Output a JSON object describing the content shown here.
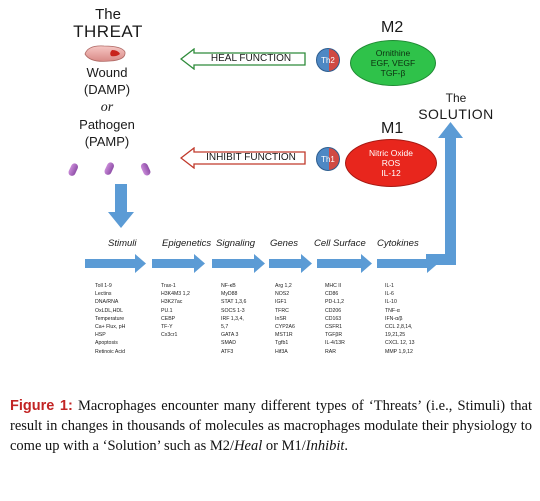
{
  "threat": {
    "the": "The",
    "title": "THREAT"
  },
  "wound": {
    "line1": "Wound",
    "line2": "(DAMP)",
    "or": "or",
    "line3": "Pathogen",
    "line4": "(PAMP)"
  },
  "solution": {
    "the": "The",
    "title": "SOLUTION"
  },
  "heal_arrow_label": "HEAL FUNCTION",
  "inhibit_arrow_label": "INHIBIT FUNCTION",
  "m2": {
    "label": "M2",
    "th": "Th2",
    "lines": [
      "Ornithine",
      "EGF, VEGF",
      "TGF-β"
    ]
  },
  "m1": {
    "label": "M1",
    "th": "Th1",
    "lines": [
      "Nitric Oxide",
      "ROS",
      "IL-12"
    ]
  },
  "categories": [
    "Stimuli",
    "Epigenetics",
    "Signaling",
    "Genes",
    "Cell Surface",
    "Cytokines"
  ],
  "columns": [
    [
      "Toll 1-9",
      "Lectins",
      "DNA/RNA",
      "OxLDL,HDL",
      "Temperature",
      "Ca+ Flux, pH",
      "HSP",
      "Apoptosis",
      "Retinoic Acid"
    ],
    [
      "Trax-1",
      "H3K4M3 1,2",
      "H3K27ac",
      "PU.1",
      "CEBP",
      "TF-Y",
      "Cx3cr1"
    ],
    [
      "NF-κB",
      "MyD88",
      "STAT 1,3,6",
      "SOCS 1-3",
      "IRF 1,3,4,",
      "5,7",
      "GATA 3",
      "SMAD",
      "ATF3"
    ],
    [
      "Arg 1,2",
      "NOS2",
      "IGF1",
      "TFRC",
      "InSR",
      "CYP2A6",
      "MST1R",
      "Tgfb1",
      "Hif3A"
    ],
    [
      "MHC II",
      "CD86",
      "PD-L1,2",
      "CD206",
      "CD163",
      "CSFR1",
      "TGFβR",
      "IL-4/13R",
      "RAR"
    ],
    [
      "IL-1",
      "IL-6",
      "IL-10",
      "TNF-α",
      "IFN-α/β",
      "CCL 2,8,14,",
      "19,21,25",
      "CXCL 12, 13",
      "MMP 1,9,12"
    ]
  ],
  "caption": {
    "label": "Figure 1:",
    "text1": " Macrophages encounter many different types of ‘Threats’ (i.e., Stimuli) that result in changes in thousands of molecules as macrophages modulate their physiology to come up with a ‘Solution’ such as M2/",
    "heal": "Heal",
    "text2": " or M1/",
    "inhibit": "Inhibit",
    "text3": "."
  },
  "colors": {
    "arrow_blue": "#5b9bd5",
    "heal_arrow": "#2e8b3a",
    "inhibit_arrow": "#c0392b",
    "m2_green": "#2fc24a",
    "m1_red": "#e8261d",
    "caption_label": "#c22424"
  }
}
